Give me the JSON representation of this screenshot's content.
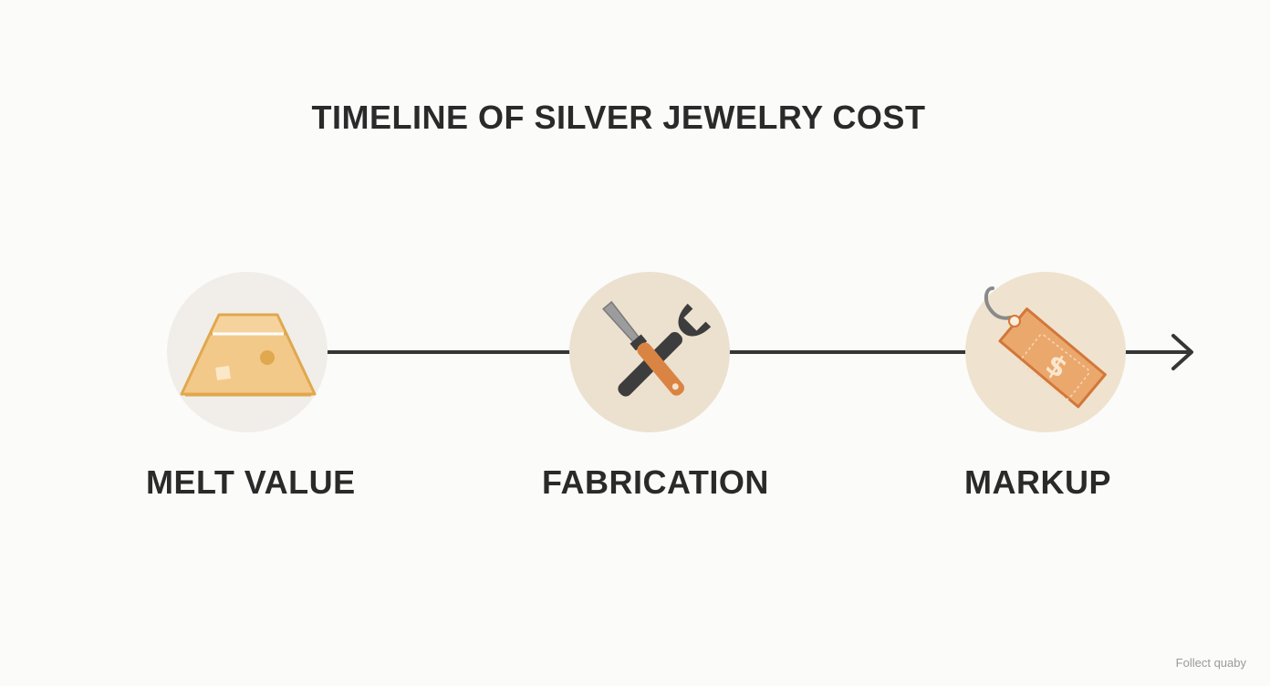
{
  "title": "TIMELINE OF SILVER JEWELRY COST",
  "stages": [
    {
      "label": "MELT VALUE",
      "icon": "silver-bar-icon"
    },
    {
      "label": "FABRICATION",
      "icon": "tools-icon"
    },
    {
      "label": "MARKUP",
      "icon": "price-tag-icon"
    }
  ],
  "watermark": "Follect quaby",
  "colors": {
    "line": "#363636",
    "bar_fill": "#f3c98a",
    "bar_stroke": "#e0a84f",
    "tool_orange": "#d98442",
    "tool_grey": "#3d3d3d",
    "tag_fill": "#eba86d",
    "tag_stroke": "#d2773a"
  }
}
